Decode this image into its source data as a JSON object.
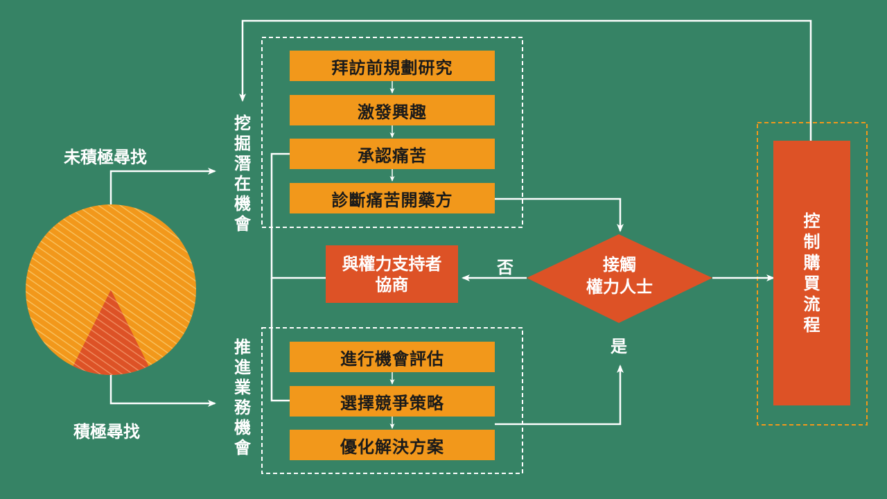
{
  "colors": {
    "background": "#368365",
    "orange": "#f2981b",
    "red_orange": "#dd5226",
    "white": "#ffffff"
  },
  "left": {
    "passive_label": "未積極尋找",
    "active_label": "積極尋找"
  },
  "sections": {
    "dig": "挖掘潛在機會",
    "advance": "推進業務機會"
  },
  "steps_top": [
    "拜訪前規劃研究",
    "激發興趣",
    "承認痛苦",
    "診斷痛苦開藥方"
  ],
  "steps_bottom": [
    "進行機會評估",
    "選擇競爭策略",
    "優化解決方案"
  ],
  "negotiate": {
    "line1": "與權力支持者",
    "line2": "協商"
  },
  "decision": {
    "line1": "接觸",
    "line2": "權力人士",
    "no_label": "否",
    "yes_label": "是"
  },
  "control": {
    "label": "控制購買流程"
  }
}
